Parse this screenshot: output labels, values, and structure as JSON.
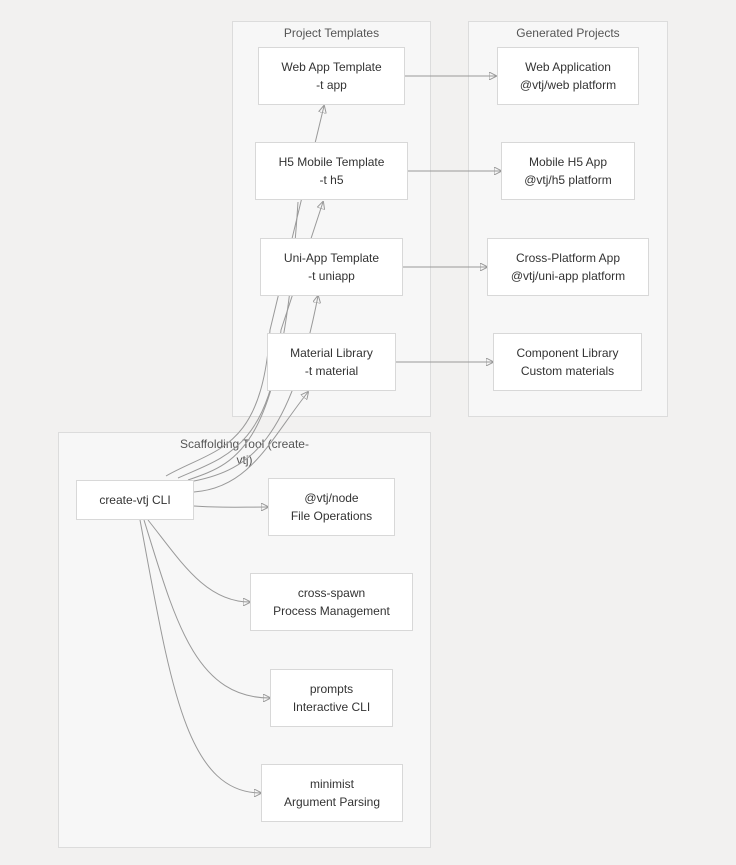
{
  "clusters": {
    "templates": "Project Templates",
    "generated": "Generated Projects",
    "scaffolding": {
      "line1": "Scaffolding Tool (create-",
      "line2": "vtj)"
    }
  },
  "nodes": {
    "web_template": {
      "line1": "Web App Template",
      "line2": "-t app"
    },
    "h5_template": {
      "line1": "H5 Mobile Template",
      "line2": "-t h5"
    },
    "uniapp_template": {
      "line1": "Uni-App Template",
      "line2": "-t uniapp"
    },
    "material_template": {
      "line1": "Material Library",
      "line2": "-t material"
    },
    "web_project": {
      "line1": "Web Application",
      "line2": "@vtj/web platform"
    },
    "h5_project": {
      "line1": "Mobile H5 App",
      "line2": "@vtj/h5 platform"
    },
    "uniapp_project": {
      "line1": "Cross-Platform App",
      "line2": "@vtj/uni-app platform"
    },
    "material_project": {
      "line1": "Component Library",
      "line2": "Custom materials"
    },
    "cli": {
      "line1": "create-vtj CLI"
    },
    "node_dep": {
      "line1": "@vtj/node",
      "line2": "File Operations"
    },
    "cross_spawn": {
      "line1": "cross-spawn",
      "line2": "Process Management"
    },
    "prompts": {
      "line1": "prompts",
      "line2": "Interactive CLI"
    },
    "minimist": {
      "line1": "minimist",
      "line2": "Argument Parsing"
    }
  },
  "colors": {
    "background": "#f2f1f0",
    "cluster": "#f7f7f7",
    "node": "#ffffff",
    "edge": "#999999"
  }
}
